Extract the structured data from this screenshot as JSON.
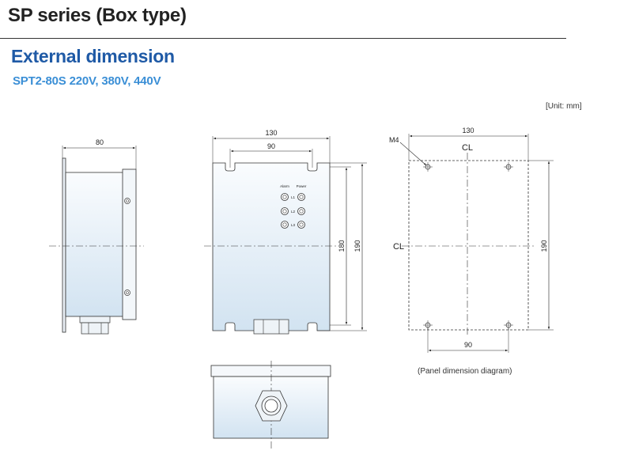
{
  "header": {
    "series_title": "SP series (Box type)",
    "section_title": "External dimension",
    "model_line": "SPT2-80S 220V, 380V, 440V"
  },
  "unit_label": "[Unit: mm]",
  "side_view": {
    "width_label": "80"
  },
  "front_view": {
    "outer_width_label": "130",
    "mount_width_label": "90",
    "inner_height_label": "180",
    "outer_height_label": "190",
    "indicators": {
      "alarm": "Alarm",
      "power": "Power",
      "phases": [
        "L1",
        "L2",
        "L3"
      ]
    }
  },
  "panel_view": {
    "screw_label": "M4",
    "width_label": "130",
    "hole_pitch_label": "90",
    "height_label": "190",
    "centerline_symbol": "CL",
    "caption": "(Panel dimension diagram)"
  },
  "colors": {
    "title": "#222222",
    "section": "#1f5aa6",
    "model": "#3b8fd6",
    "body_top": "#fafcfe",
    "body_bottom": "#d2e3f1"
  }
}
